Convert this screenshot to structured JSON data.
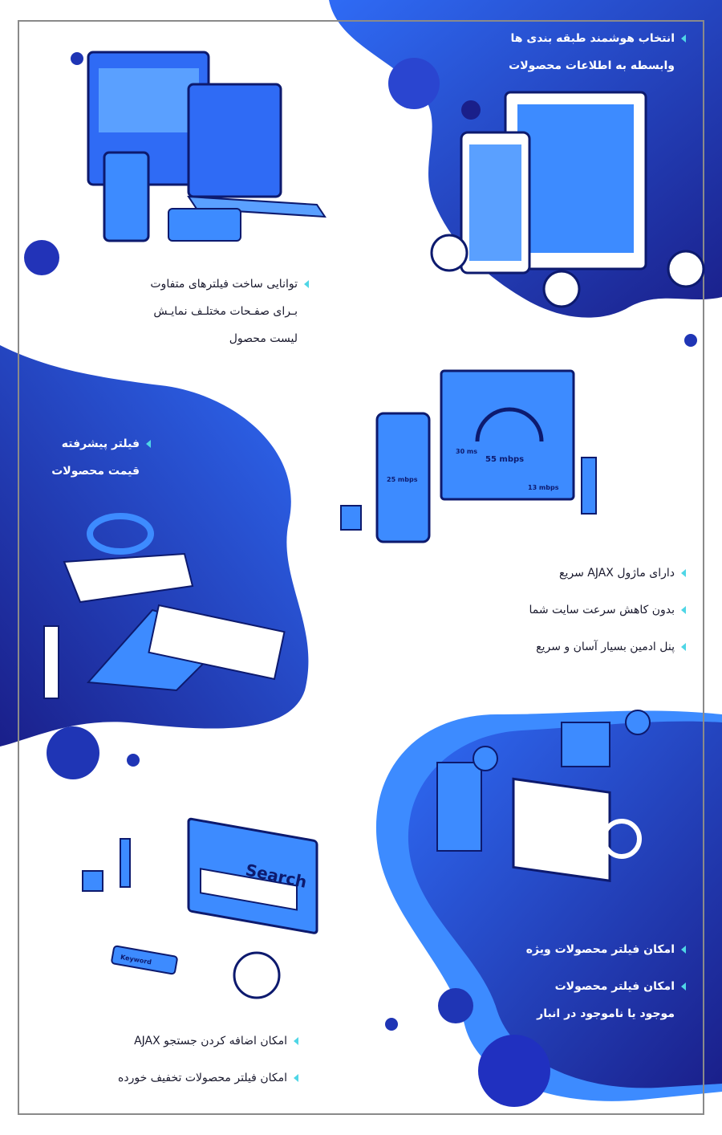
{
  "colors": {
    "deep_blue": "#1a1f8a",
    "bright_blue": "#2f6bf5",
    "light_blue": "#3d8bff",
    "accent_cyan": "#4fd6e6",
    "border": "#8a8a8a"
  },
  "sections": [
    {
      "id": "smart-category",
      "lines": [
        "انتخاب هوشمند طبقه بندی ها",
        "وابسطه به اطلاعات محصولات"
      ]
    },
    {
      "id": "filters-pages",
      "lines": [
        "توانایی ساخت فیلترهای متفاوت",
        "بـرای صفـحات مختلـف نمایـش",
        "لیست محصول"
      ]
    },
    {
      "id": "price-filter",
      "lines": [
        "فیلتر پیشرفته",
        "قیمت محصولات"
      ]
    },
    {
      "id": "ajax",
      "items": [
        "دارای ماژول AJAX سریع",
        "بدون کاهش سرعت سایت شما",
        "پنل ادمین بسیار آسان و سریع"
      ]
    },
    {
      "id": "special",
      "items": [
        {
          "lines": [
            "امکان فیلتر محصولات ویژه"
          ]
        },
        {
          "lines": [
            "امکان فیلتر محصولات",
            "موجود یا ناموجود در انبار"
          ]
        }
      ]
    },
    {
      "id": "search",
      "items": [
        "امکان اضافه کردن جستجو AJAX",
        "امکان فیلتر محصولات تخفیف خورده"
      ]
    }
  ],
  "illustrations": {
    "speed": {
      "main": "55 mbps",
      "phone": "25 mbps",
      "ping": "30 ms",
      "upload": "13 mbps"
    },
    "search": {
      "search_label": "Search",
      "keyword_label": "Keyword"
    }
  }
}
